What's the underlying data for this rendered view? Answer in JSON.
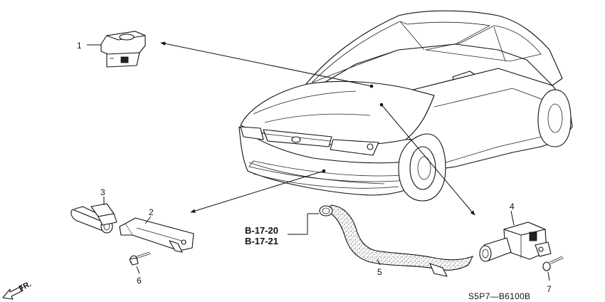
{
  "callouts": {
    "c1": "1",
    "c2": "2",
    "c3": "3",
    "c4": "4",
    "c5": "5",
    "c6": "6",
    "c7": "7"
  },
  "references": [
    "B-17-20",
    "B-17-21"
  ],
  "direction_label": "FR.",
  "diagram_code": "S5P7—B6100B"
}
